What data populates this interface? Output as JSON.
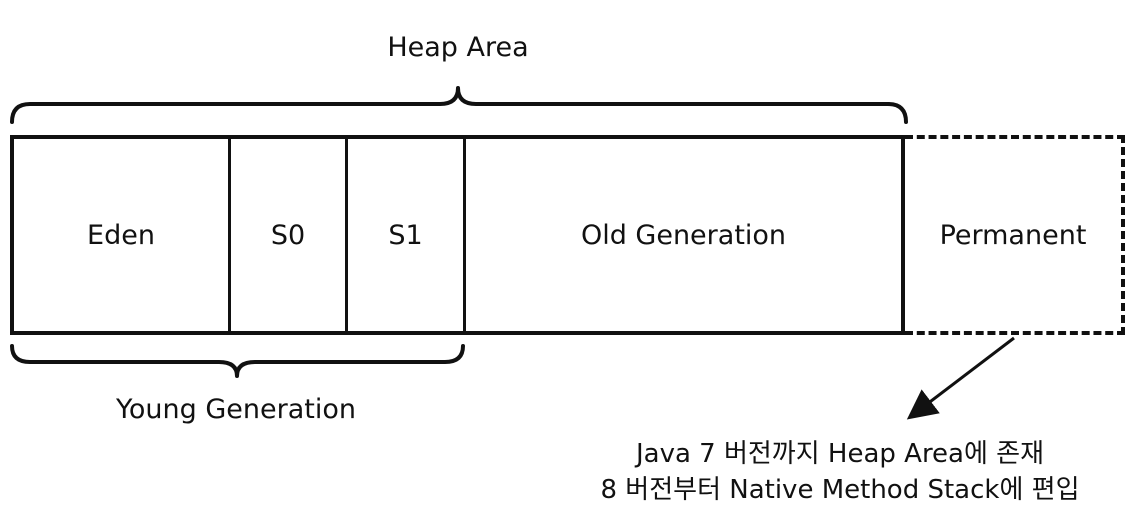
{
  "heap_area": {
    "label": "Heap Area",
    "regions": {
      "eden": "Eden",
      "s0": "S0",
      "s1": "S1",
      "old": "Old Generation"
    }
  },
  "permanent": {
    "label": "Permanent"
  },
  "young_generation": {
    "label": "Young Generation"
  },
  "note": {
    "line1": "Java 7 버전까지 Heap Area에 존재",
    "line2": "8 버전부터 Native Method Stack에 편입"
  }
}
